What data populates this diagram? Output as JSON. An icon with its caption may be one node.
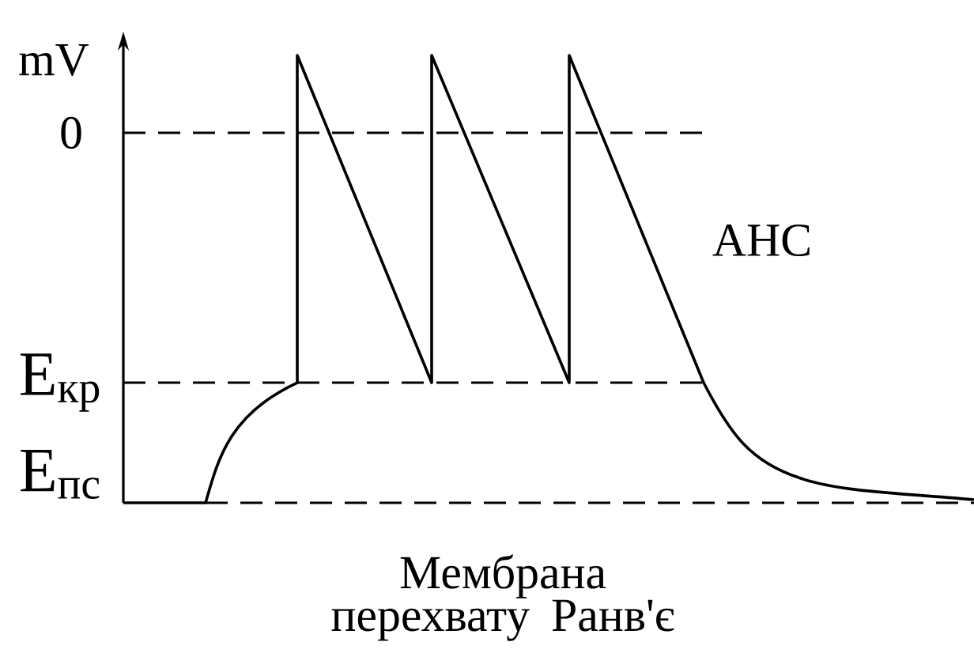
{
  "diagram": {
    "caption": "Мембрана перехвату Ранв'є",
    "labels": [
      "mV",
      "0",
      "E$_{кр}$",
      "E$_{пс}$",
      "АНС"
    ]
  }
}
